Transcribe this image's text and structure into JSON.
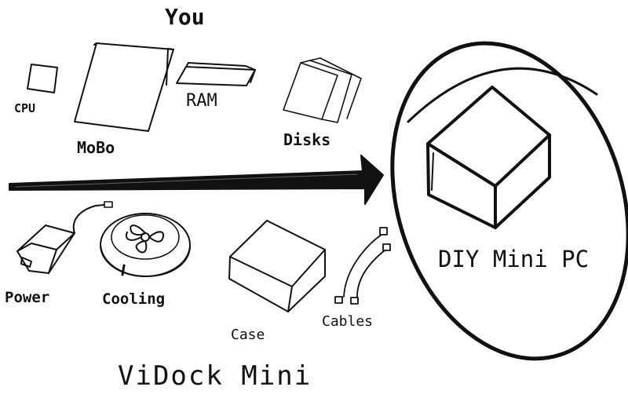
{
  "top_group_label": "You",
  "bottom_group_label": "ViDock Mini",
  "result_label": "DIY Mini PC",
  "components_top": [
    {
      "key": "cpu",
      "label": "CPU",
      "icon": "cpu-chip-icon"
    },
    {
      "key": "mobo",
      "label": "MoBo",
      "icon": "motherboard-icon"
    },
    {
      "key": "ram",
      "label": "RAM",
      "icon": "ram-stick-icon"
    },
    {
      "key": "disks",
      "label": "Disks",
      "icon": "disk-drive-icon"
    }
  ],
  "components_bottom": [
    {
      "key": "power",
      "label": "Power",
      "icon": "power-brick-icon"
    },
    {
      "key": "cooling",
      "label": "Cooling",
      "icon": "fan-icon"
    },
    {
      "key": "case",
      "label": "Case",
      "icon": "case-box-icon"
    },
    {
      "key": "cables",
      "label": "Cables",
      "icon": "cable-icon"
    }
  ],
  "arrow_icon": "arrow-right-icon",
  "result_icon": "cube-icon",
  "colors": {
    "ink": "#111111",
    "background": "#ffffff"
  }
}
